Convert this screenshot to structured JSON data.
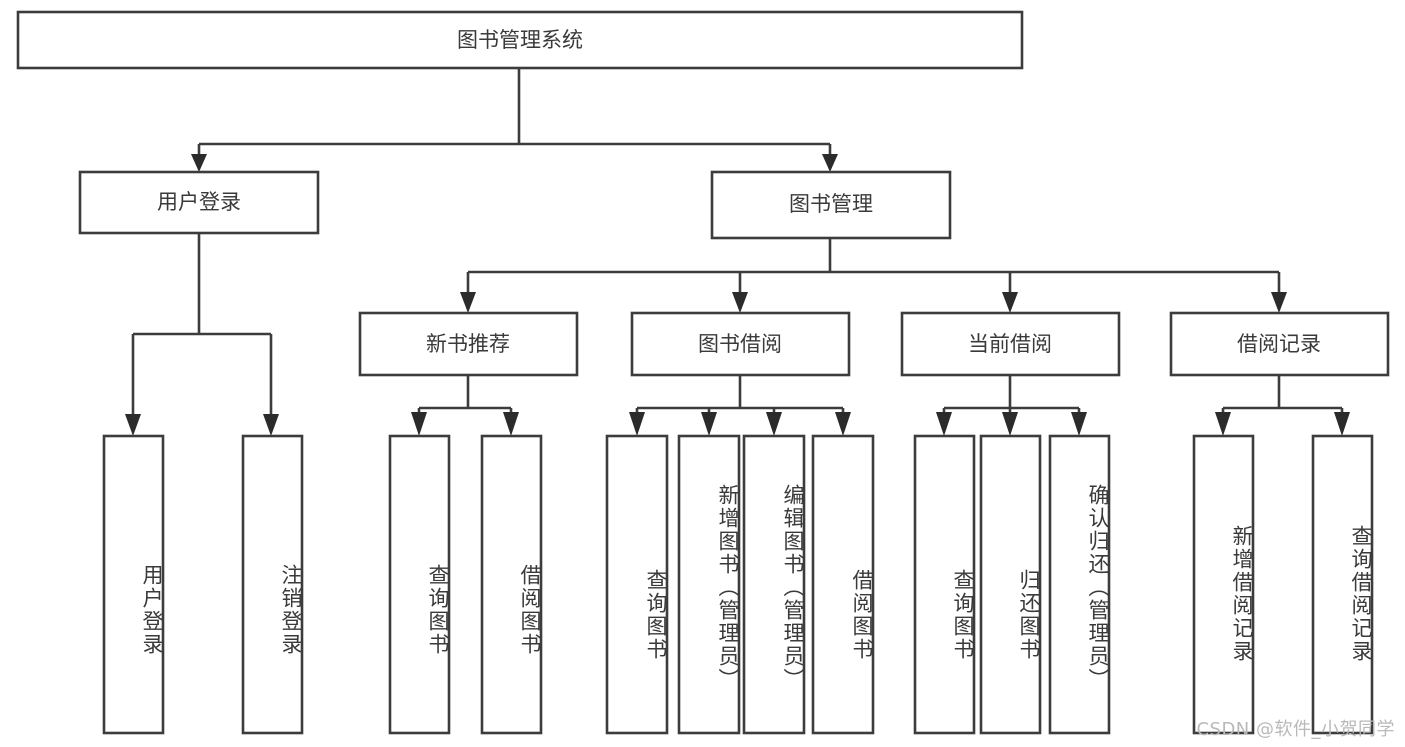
{
  "diagram": {
    "title": "图书管理系统",
    "type": "tree-hierarchy",
    "orientation": "top-down",
    "colors": {
      "box_stroke": "#3c3c3c",
      "box_fill": "#ffffff",
      "connector": "#3c3c3c",
      "text": "#3a3a3a",
      "background": "#ffffff",
      "watermark": "#b9b9b9"
    },
    "root": {
      "label": "图书管理系统"
    },
    "level1": [
      {
        "label": "用户登录"
      },
      {
        "label": "图书管理"
      }
    ],
    "level2": [
      {
        "label": "新书推荐"
      },
      {
        "label": "图书借阅"
      },
      {
        "label": "当前借阅"
      },
      {
        "label": "借阅记录"
      }
    ],
    "leaves": {
      "user_login": [
        {
          "label": "用户登录"
        },
        {
          "label": "注销登录"
        }
      ],
      "new_book_recommend": [
        {
          "label": "查询图书"
        },
        {
          "label": "借阅图书"
        }
      ],
      "book_borrow": [
        {
          "label": "查询图书"
        },
        {
          "label": "新增图书（管理员）"
        },
        {
          "label": "编辑图书（管理员）"
        },
        {
          "label": "借阅图书"
        }
      ],
      "current_borrow": [
        {
          "label": "查询图书"
        },
        {
          "label": "归还图书"
        },
        {
          "label": "确认归还（管理员）"
        }
      ],
      "borrow_record": [
        {
          "label": "新增借阅记录"
        },
        {
          "label": "查询借阅记录"
        }
      ]
    }
  },
  "watermark": {
    "text": "CSDN @软件_小贺同学"
  }
}
